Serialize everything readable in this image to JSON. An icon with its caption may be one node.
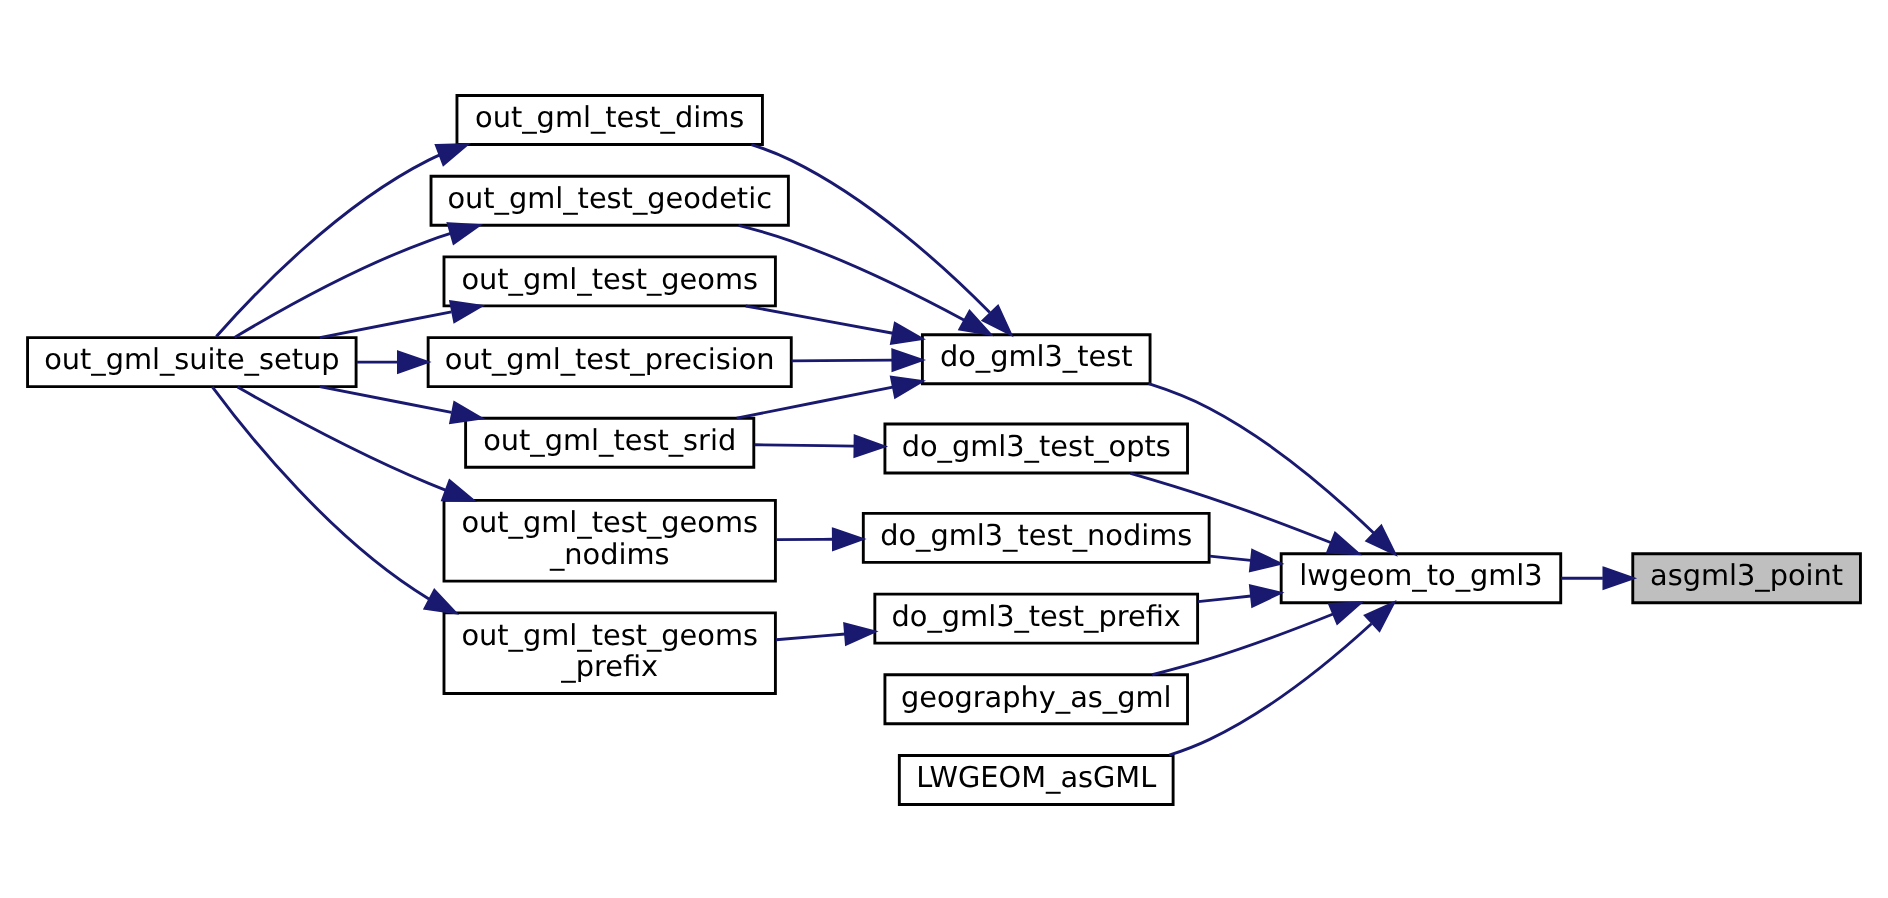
{
  "diagram": {
    "nodes": [
      {
        "text": [
          "asgml3_point"
        ]
      },
      {
        "text": [
          "lwgeom_to_gml3"
        ]
      },
      {
        "text": [
          "do_gml3_test"
        ]
      },
      {
        "text": [
          "do_gml3_test_opts"
        ]
      },
      {
        "text": [
          "do_gml3_test_nodims"
        ]
      },
      {
        "text": [
          "do_gml3_test_prefix"
        ]
      },
      {
        "text": [
          "geography_as_gml"
        ]
      },
      {
        "text": [
          "LWGEOM_asGML"
        ]
      },
      {
        "text": [
          "out_gml_test_dims"
        ]
      },
      {
        "text": [
          "out_gml_test_geodetic"
        ]
      },
      {
        "text": [
          "out_gml_test_geoms"
        ]
      },
      {
        "text": [
          "out_gml_test_precision"
        ]
      },
      {
        "text": [
          "out_gml_test_srid"
        ]
      },
      {
        "text": [
          "out_gml_test_geoms _nodims"
        ]
      },
      {
        "text": [
          "out_gml_test_geoms _prefix"
        ]
      },
      {
        "text": [
          "out_gml_suite_setup"
        ]
      }
    ],
    "edges": [
      {
        "from": 1,
        "to": 0,
        "arrow": "to"
      },
      {
        "from": 2,
        "to": 1,
        "arrow": "to"
      },
      {
        "from": 3,
        "to": 1,
        "arrow": "to"
      },
      {
        "from": 4,
        "to": 1,
        "arrow": "to"
      },
      {
        "from": 5,
        "to": 1,
        "arrow": "to"
      },
      {
        "from": 6,
        "to": 1,
        "arrow": "to"
      },
      {
        "from": 7,
        "to": 1,
        "arrow": "to"
      },
      {
        "from": 8,
        "to": 2,
        "arrow": "to"
      },
      {
        "from": 9,
        "to": 2,
        "arrow": "to"
      },
      {
        "from": 10,
        "to": 2,
        "arrow": "to"
      },
      {
        "from": 11,
        "to": 2,
        "arrow": "to"
      },
      {
        "from": 12,
        "to": 2,
        "arrow": "to"
      },
      {
        "from": 12,
        "to": 3,
        "arrow": "to"
      },
      {
        "from": 13,
        "to": 4,
        "arrow": "to"
      },
      {
        "from": 14,
        "to": 5,
        "arrow": "to"
      },
      {
        "from": 15,
        "to": 8,
        "arrow": "to"
      },
      {
        "from": 15,
        "to": 9,
        "arrow": "to"
      },
      {
        "from": 15,
        "to": 10,
        "arrow": "to"
      },
      {
        "from": 15,
        "to": 11,
        "arrow": "to"
      },
      {
        "from": 15,
        "to": 12,
        "arrow": "to"
      },
      {
        "from": 15,
        "to": 13,
        "arrow": "to"
      },
      {
        "from": 15,
        "to": 14,
        "arrow": "to"
      }
    ]
  }
}
